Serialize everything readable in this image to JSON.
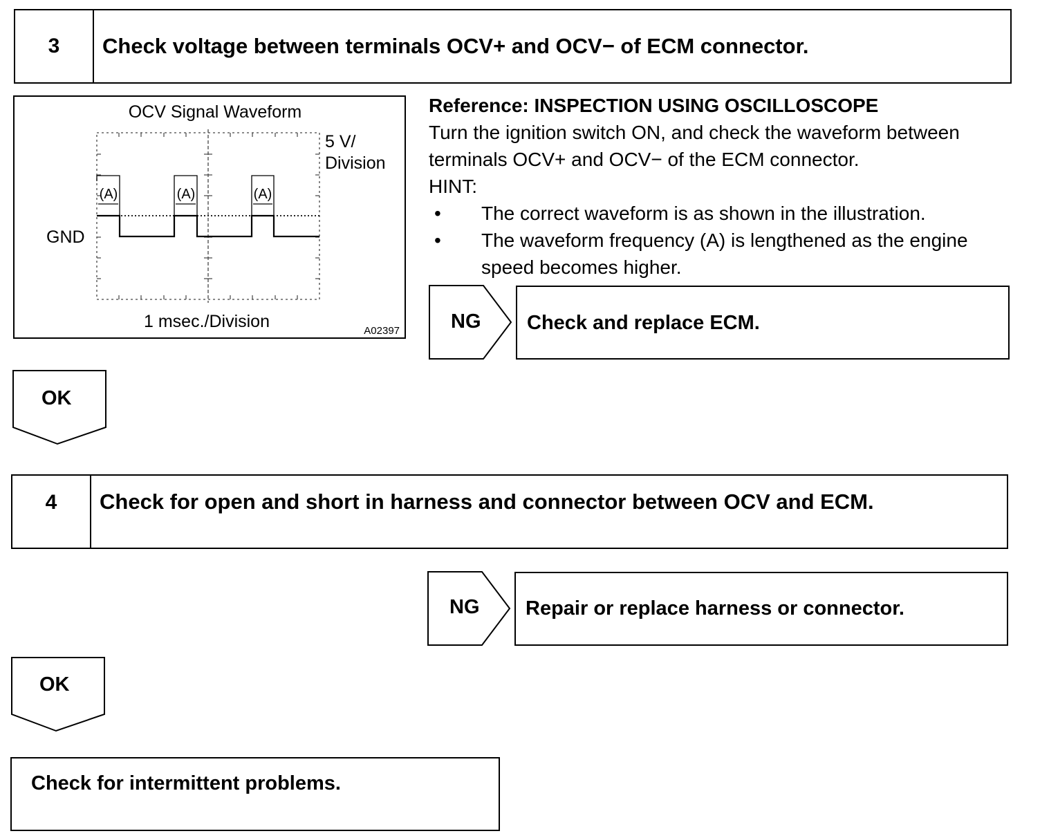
{
  "step3": {
    "number": "3",
    "title": "Check voltage between terminals OCV+ and OCV− of ECM connector."
  },
  "figure": {
    "title": "OCV Signal Waveform",
    "volt_scale_line1": "5 V/",
    "volt_scale_line2": "Division",
    "gnd_label": "GND",
    "time_scale": "1 msec./Division",
    "pulse_label": "(A)",
    "figure_id": "A02397"
  },
  "reference": {
    "heading": "Reference: INSPECTION USING OSCILLOSCOPE",
    "line1": "Turn the ignition switch ON, and check the waveform between",
    "line2": "terminals OCV+ and OCV− of the ECM connector.",
    "hint_label": "HINT:",
    "bullet_glyph": "•",
    "bullets": [
      {
        "text": "The correct waveform is as shown in the illustration."
      },
      {
        "line1": "The waveform frequency (A) is lengthened as the engine",
        "line2": "speed becomes higher."
      }
    ]
  },
  "ng1": {
    "label": "NG",
    "action": "Check and replace ECM."
  },
  "ok1": {
    "label": "OK"
  },
  "step4": {
    "number": "4",
    "title": "Check for open and short in harness and connector between OCV and ECM."
  },
  "ng2": {
    "label": "NG",
    "action": "Repair or replace harness or connector."
  },
  "ok2": {
    "label": "OK"
  },
  "final": {
    "text": "Check for intermittent problems."
  }
}
